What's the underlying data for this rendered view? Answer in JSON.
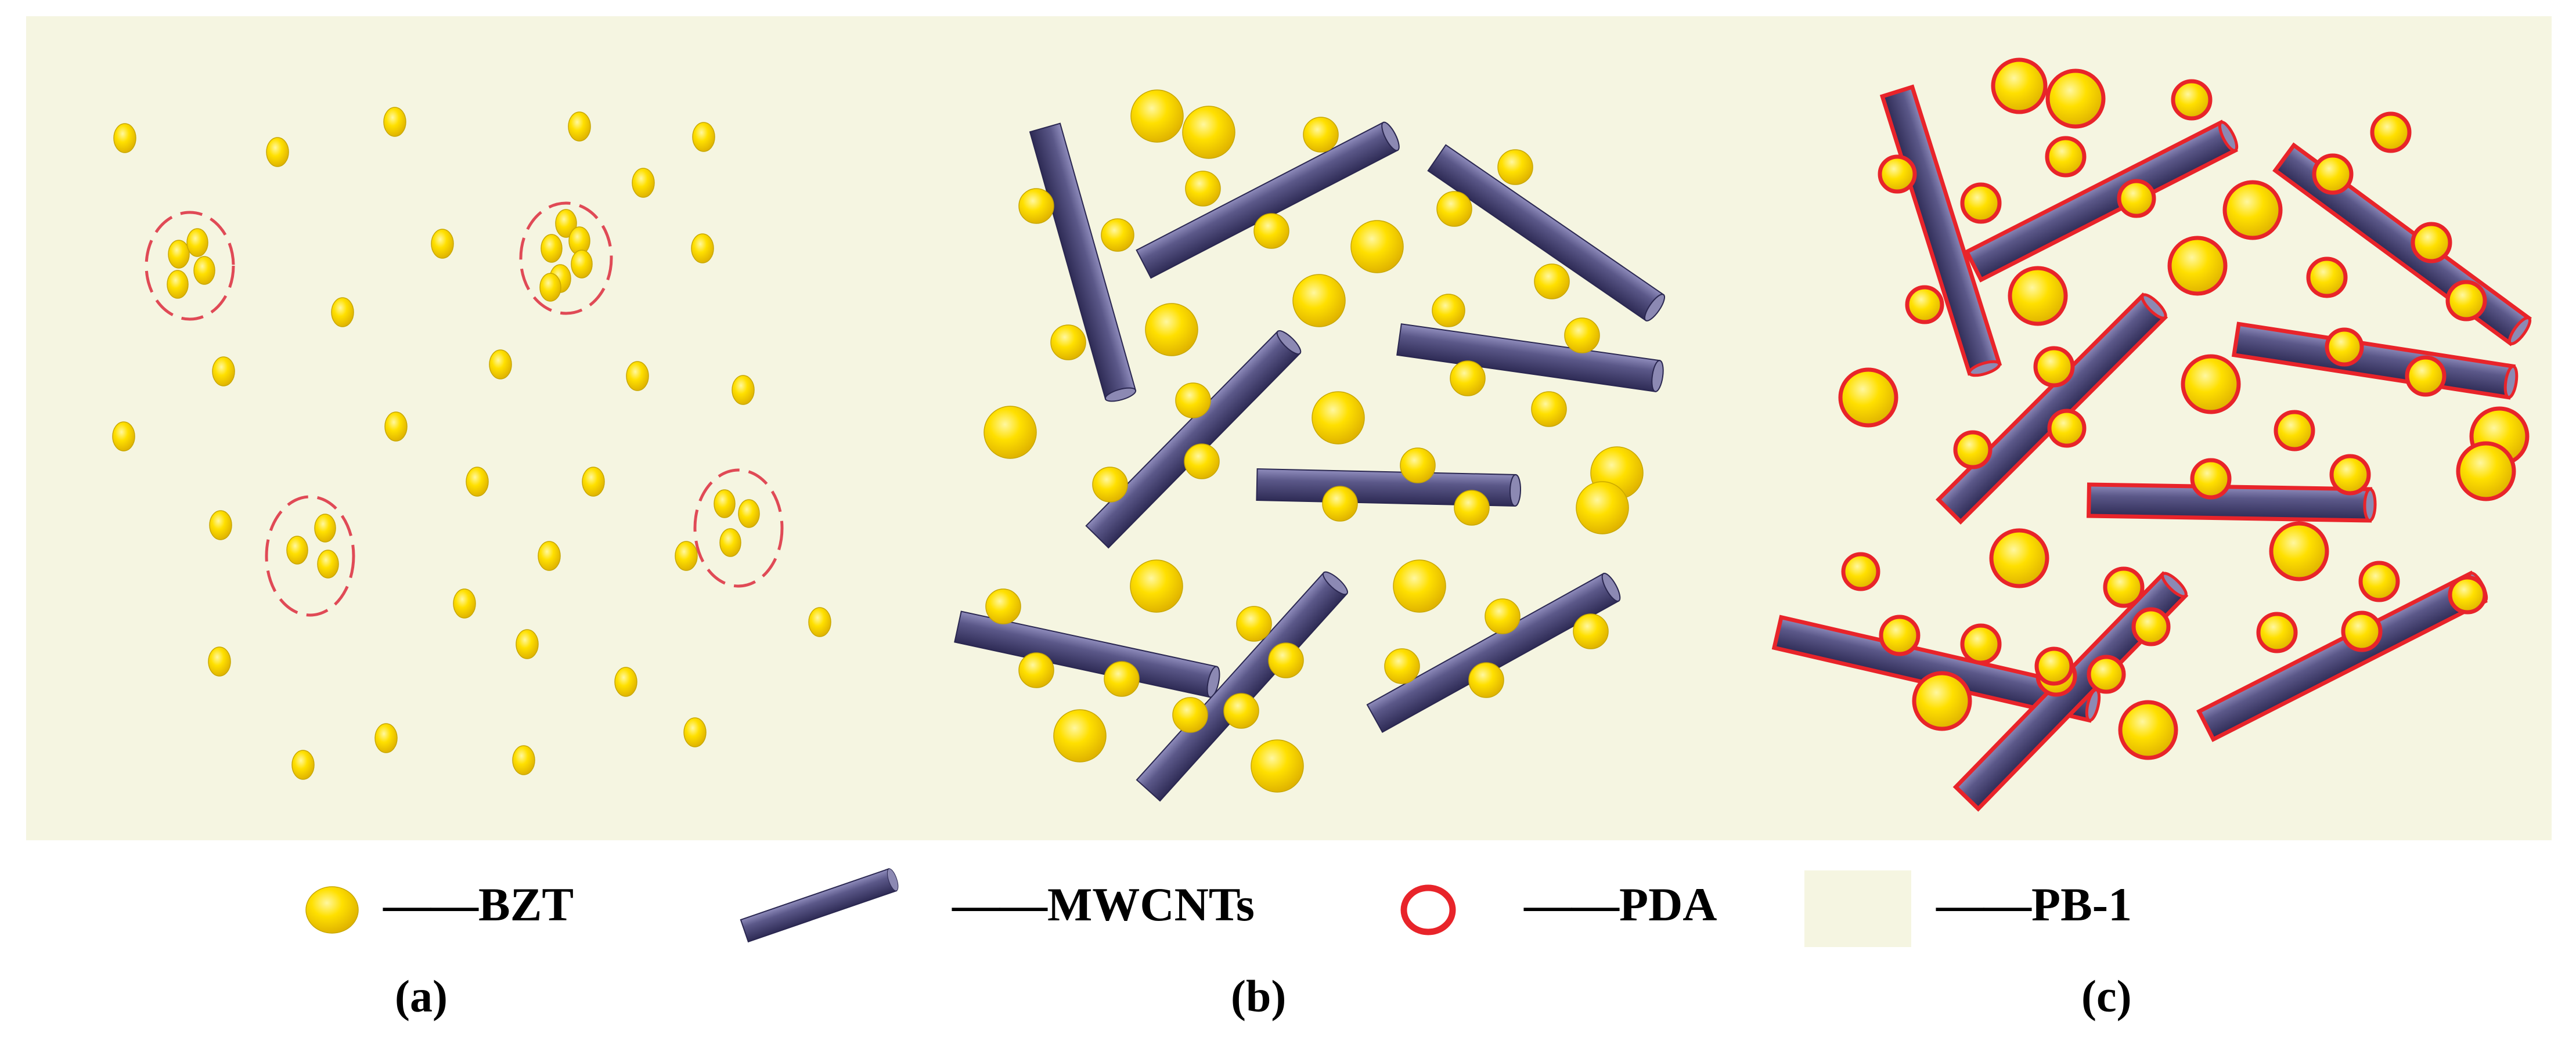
{
  "colors": {
    "matrix": "#f5f5e1",
    "bzt": "#ffd800",
    "bzt_edge": "#c9a800",
    "mwcnt": "#4b4873",
    "mwcnt_light": "#8c89b3",
    "pda": "#e8242a",
    "cluster_outline": "#e04a56"
  },
  "legend": {
    "bzt": "——BZT",
    "mwcnts": "——MWCNTs",
    "pda": "——PDA",
    "pb1": "——PB-1"
  },
  "panels": {
    "a": "(a)",
    "b": "(b)",
    "c": "(c)"
  }
}
